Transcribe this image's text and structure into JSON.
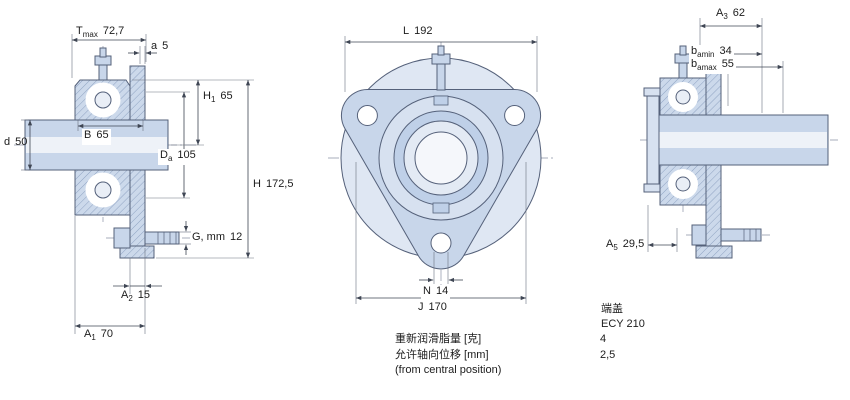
{
  "palette": {
    "part_fill": "#c8d6ea",
    "section_fill": "#ccd9eb",
    "line_color": "#55617a",
    "background": "#ffffff"
  },
  "views": {
    "side_section": {
      "dims": {
        "t_max": {
          "sym": "T",
          "sub": "max",
          "value": "72,7"
        },
        "a": {
          "sym": "a",
          "sub": "",
          "value": "5"
        },
        "h1": {
          "sym": "H",
          "sub": "1",
          "value": "65"
        },
        "d": {
          "sym": "d",
          "sub": "",
          "value": "50"
        },
        "b": {
          "sym": "B",
          "sub": "",
          "value": "65"
        },
        "da": {
          "sym": "D",
          "sub": "a",
          "value": "105"
        },
        "h": {
          "sym": "H",
          "sub": "",
          "value": "172,5"
        },
        "g": {
          "sym": "G, mm",
          "sub": "",
          "value": "12"
        },
        "a2": {
          "sym": "A",
          "sub": "2",
          "value": "15"
        },
        "a1": {
          "sym": "A",
          "sub": "1",
          "value": "70"
        }
      }
    },
    "front": {
      "dims": {
        "l": {
          "sym": "L",
          "sub": "",
          "value": "192"
        },
        "n": {
          "sym": "N",
          "sub": "",
          "value": "14"
        },
        "j": {
          "sym": "J",
          "sub": "",
          "value": "170"
        }
      }
    },
    "side_cover": {
      "dims": {
        "a3": {
          "sym": "A",
          "sub": "3",
          "value": "62"
        },
        "b_amin": {
          "sym": "b",
          "sub": "amin",
          "value": "34"
        },
        "b_amax": {
          "sym": "b",
          "sub": "amax",
          "value": "55"
        },
        "a5": {
          "sym": "A",
          "sub": "5",
          "value": "29,5"
        }
      },
      "end_cover": {
        "label": "端盖",
        "designation": "ECY 210"
      }
    }
  },
  "notes": {
    "rows": [
      {
        "label": "重新润滑脂量 [克]",
        "value": "4"
      },
      {
        "label": "允许轴向位移 [mm]",
        "value": "2,5"
      },
      {
        "label": "(from central position)",
        "value": ""
      }
    ]
  }
}
